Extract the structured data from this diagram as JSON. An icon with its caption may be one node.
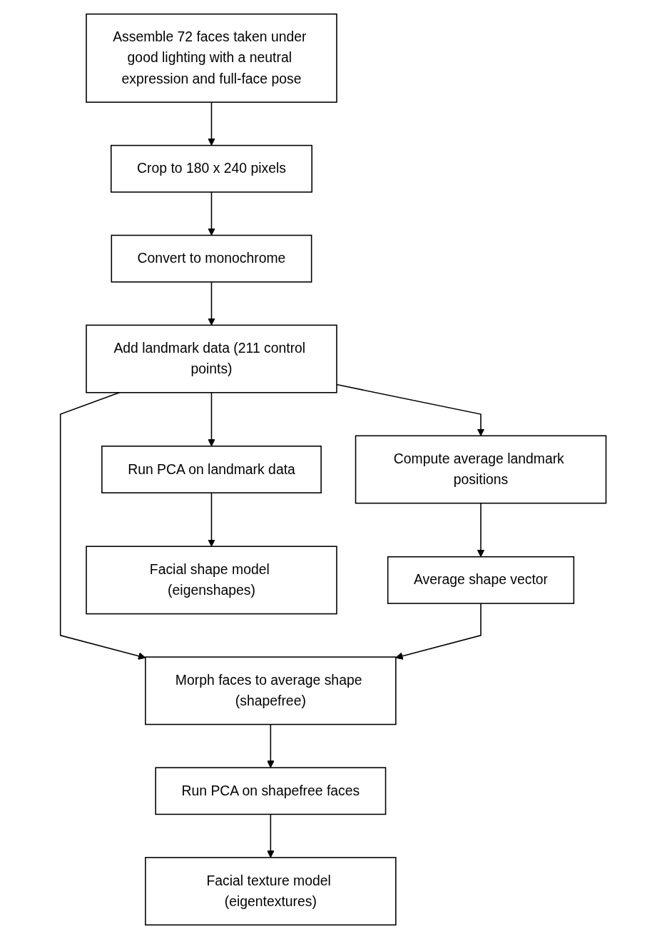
{
  "diagram": {
    "nodes": [
      {
        "text": [
          "Assemble 72 faces taken under good lighting with a neutral expression and full-face pose"
        ]
      },
      {
        "text": [
          "Crop to 180 x 240 pixels"
        ]
      },
      {
        "text": [
          "Convert to monochrome"
        ]
      },
      {
        "text": [
          "Compute average landmark positions"
        ]
      },
      {
        "text": [
          "Add landmark data (211 control points)"
        ]
      },
      {
        "text": [
          "Run PCA on landmark data"
        ]
      },
      {
        "text": [
          "Average shape vector"
        ]
      },
      {
        "text": [
          "Morph faces to average shape (shapefree)"
        ]
      },
      {
        "text": [
          "Facial shape model (eigenshapes)"
        ]
      },
      {
        "text": [
          "Run PCA on shapefree faces"
        ]
      },
      {
        "text": [
          "Facial texture model (eigentextures)"
        ]
      }
    ],
    "edges": [
      {
        "from": 0,
        "to": 1,
        "arrow": "to"
      },
      {
        "from": 1,
        "to": 2,
        "arrow": "to"
      },
      {
        "from": 2,
        "to": 4,
        "arrow": "to"
      },
      {
        "from": 4,
        "to": 3,
        "arrow": "to"
      },
      {
        "from": 4,
        "to": 5,
        "arrow": "to"
      },
      {
        "from": 3,
        "to": 6,
        "arrow": "to"
      },
      {
        "from": 4,
        "to": 7,
        "arrow": "to"
      },
      {
        "from": 6,
        "to": 7,
        "arrow": "to"
      },
      {
        "from": 5,
        "to": 8,
        "arrow": "to"
      },
      {
        "from": 7,
        "to": 9,
        "arrow": "to"
      },
      {
        "from": 9,
        "to": 10,
        "arrow": "to"
      }
    ]
  }
}
